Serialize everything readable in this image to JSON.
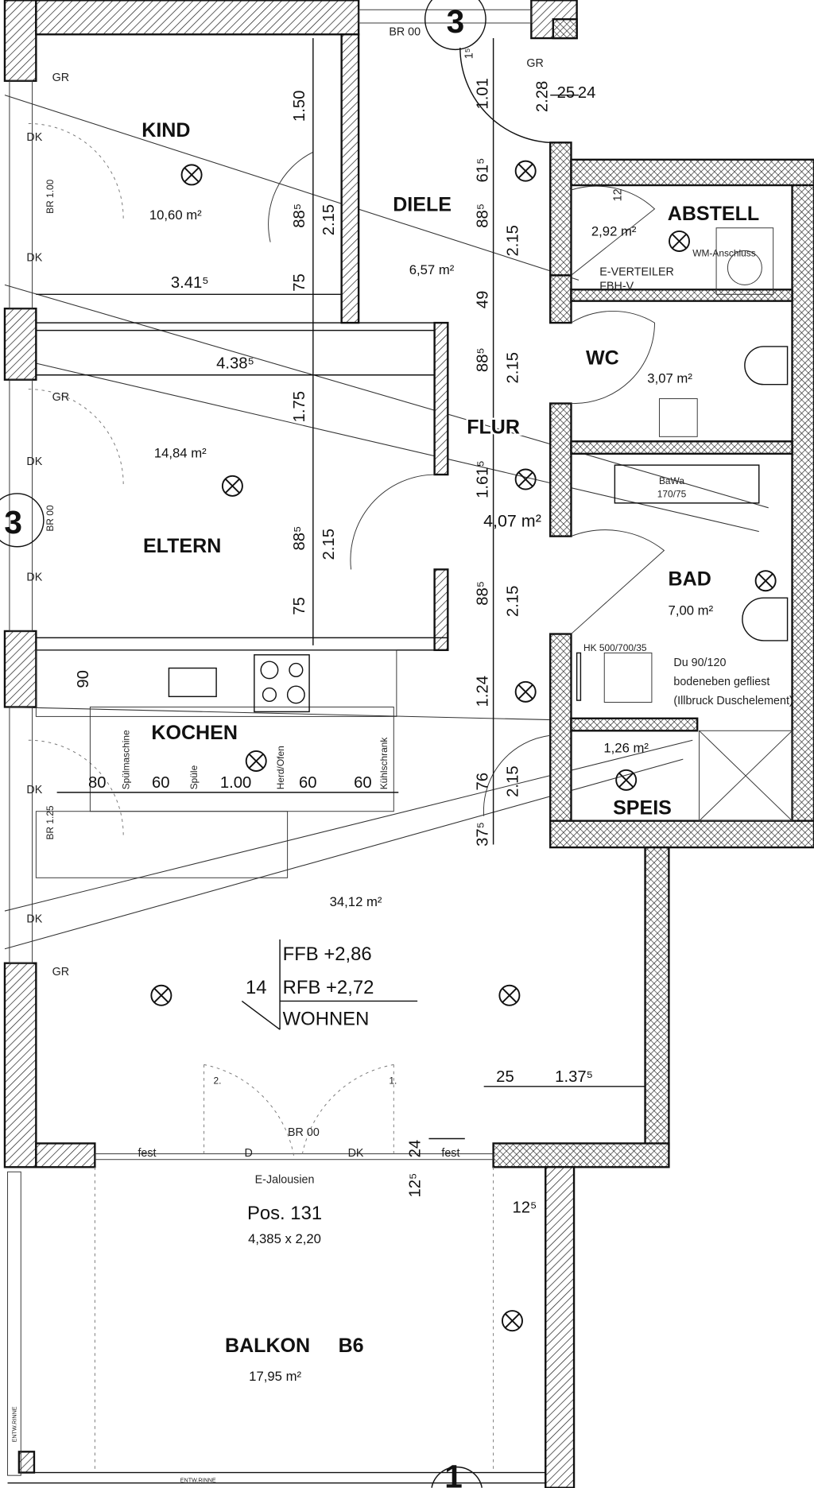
{
  "rooms": {
    "kind": {
      "name": "KIND",
      "area": "10,60 m²"
    },
    "diele": {
      "name": "DIELE",
      "area": "6,57 m²"
    },
    "abstell": {
      "name": "ABSTELL",
      "area": "2,92 m²"
    },
    "wc": {
      "name": "WC",
      "area": "3,07 m²"
    },
    "flur": {
      "name": "FLUR",
      "area": "4,07 m²"
    },
    "eltern": {
      "name": "ELTERN",
      "area": "14,84 m²"
    },
    "bad": {
      "name": "BAD",
      "area": "7,00 m²"
    },
    "kochen": {
      "name": "KOCHEN"
    },
    "speis": {
      "name": "SPEIS",
      "area": "1,26 m²"
    },
    "wohnen": {
      "name": "WOHNEN",
      "area": "34,12 m²",
      "number": "14",
      "ffb": "FFB +2,86",
      "rfb": "RFB +2,72"
    },
    "balkon": {
      "name": "BALKON",
      "code": "B6",
      "area": "17,95 m²"
    }
  },
  "window": {
    "jalousien": "E-Jalousien",
    "pos": "Pos. 131",
    "size": "4,385 x 2,20",
    "fest": "fest",
    "d": "D",
    "dk": "DK",
    "br": "BR 00",
    "leaf1": "1.",
    "leaf2": "2."
  },
  "notes": {
    "gr": "GR",
    "dk": "DK",
    "br100": "BR 1.00",
    "br00": "BR 00",
    "br125": "BR 1.25",
    "everteiler": "E-VERTEILER",
    "fbhv": "FBH-V",
    "wm": "WM-Anschluss",
    "bawa1": "BaWa",
    "bawa2": "170/75",
    "hk": "HK 500/700/35",
    "du1": "Du 90/120",
    "du2": "bodeneben gefliest",
    "du3": "(Illbruck Duschelement)",
    "spuelmaschine": "Spülmaschine",
    "spuele": "Spüle",
    "herd": "Herd/Ofen",
    "kuehlschrank": "Kühlschrank",
    "entw": "ENTW.RINNE"
  },
  "sections": {
    "s3": "3",
    "s1": "1"
  },
  "dims": [
    "1.50",
    "2.15",
    "88⁵",
    "3.41⁵",
    "75",
    "4.38⁵",
    "1.75",
    "2.15",
    "88⁵",
    "75",
    "1.01",
    "2.28",
    "25",
    "24",
    "61⁵",
    "88⁵",
    "2.15",
    "49",
    "88⁵",
    "2.15",
    "1.61⁵",
    "88⁵",
    "2.15",
    "1.24",
    "76",
    "2.15",
    "37⁵",
    "90",
    "80",
    "60",
    "1.00",
    "60",
    "60",
    "25",
    "1.37⁵",
    "24",
    "12⁵",
    "12⁵",
    "12",
    "1⁵"
  ]
}
